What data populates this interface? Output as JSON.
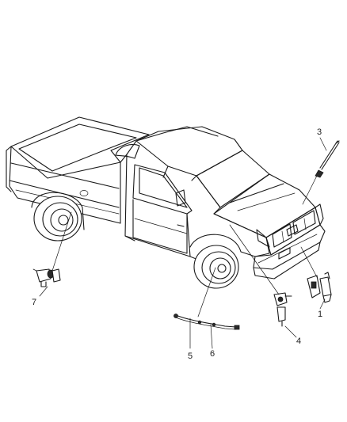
{
  "diagram": {
    "callouts": [
      {
        "id": "1",
        "label": "1"
      },
      {
        "id": "3",
        "label": "3"
      },
      {
        "id": "4",
        "label": "4"
      },
      {
        "id": "5",
        "label": "5"
      },
      {
        "id": "6",
        "label": "6"
      },
      {
        "id": "7",
        "label": "7"
      }
    ]
  }
}
